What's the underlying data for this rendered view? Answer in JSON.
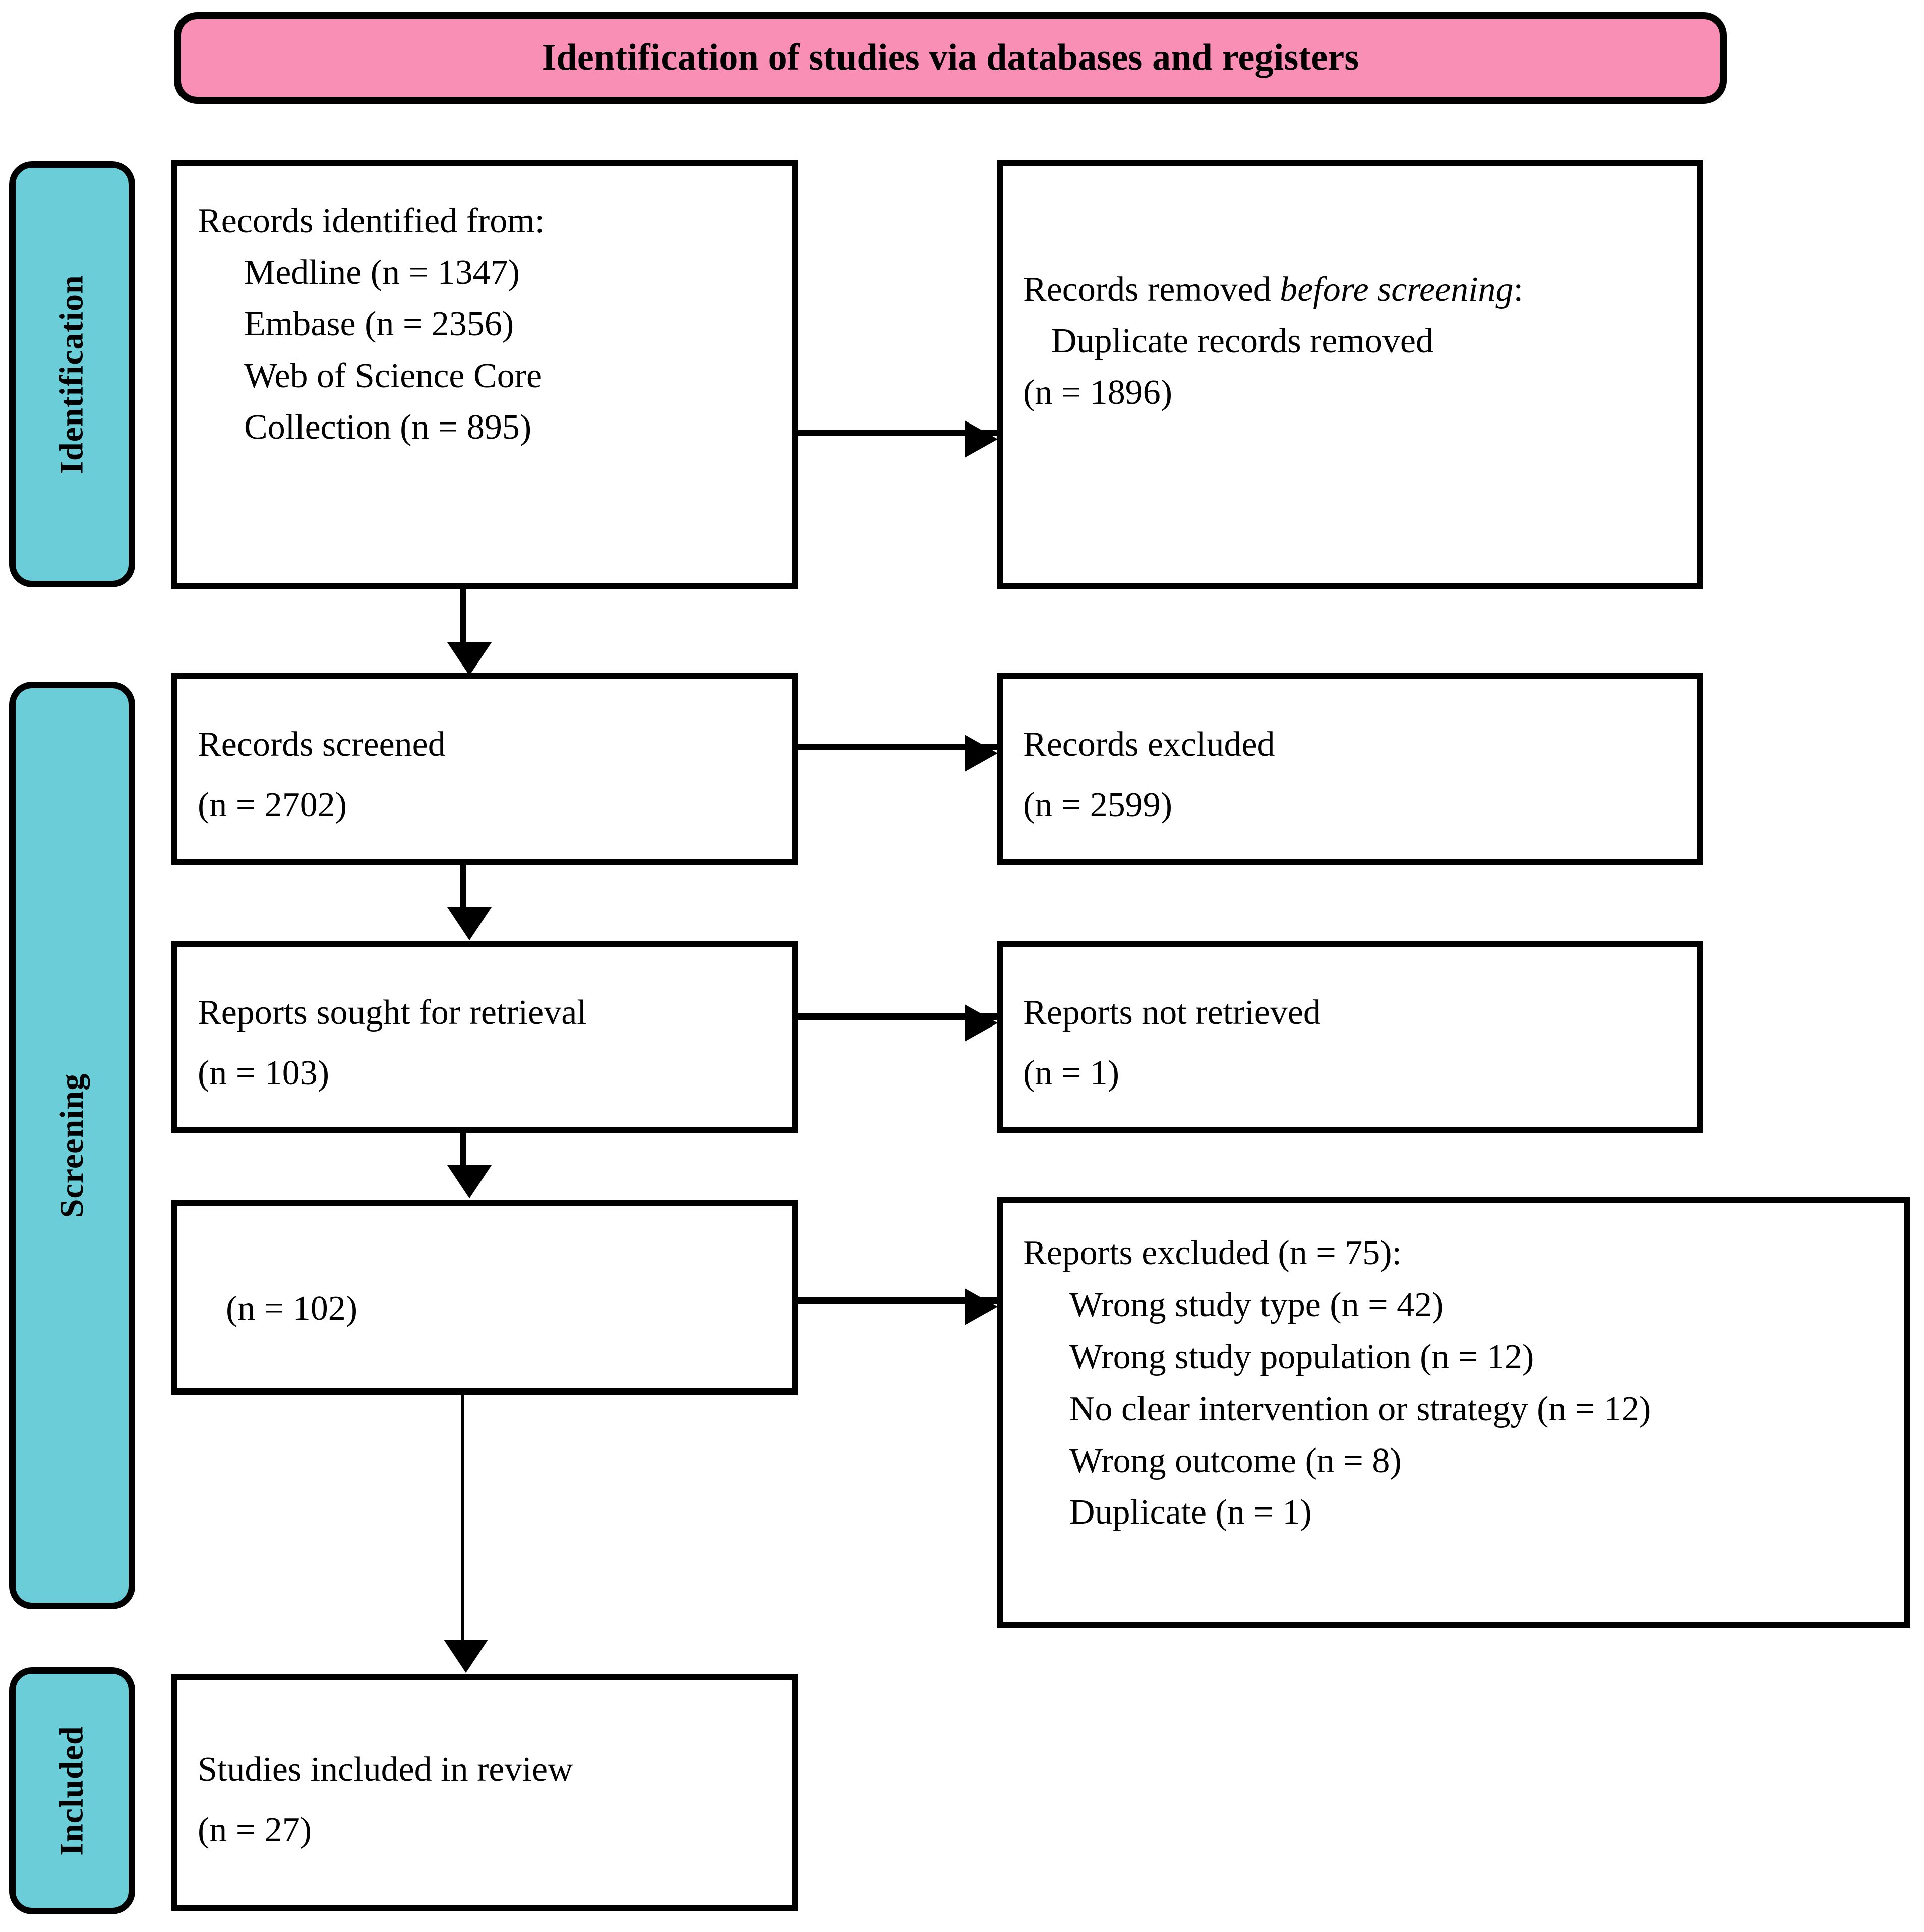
{
  "banner": {
    "title": "Identification of studies via databases and registers"
  },
  "accent_colors": {
    "banner_pink": "#FA8FB5",
    "stage_teal": "#6ACDD8",
    "outline_black": "#000000",
    "box_white": "#FFFFFF"
  },
  "stages": [
    {
      "id": "identification",
      "label": "Identification"
    },
    {
      "id": "screening",
      "label": "Screening"
    },
    {
      "id": "included",
      "label": "Included"
    }
  ],
  "boxes": {
    "records_identified": {
      "lines": [
        "Records identified from:",
        "Medline (n = 1347)",
        "Embase (n = 2356)",
        "Web of Science Core",
        "Collection (n = 895)"
      ]
    },
    "records_removed": {
      "line1_prefix": "Records removed ",
      "line1_italic": "before screening",
      "line1_suffix": ":",
      "lines": [
        "Duplicate records removed",
        "(n = 1896)"
      ]
    },
    "records_screened": {
      "title": "Records screened",
      "count": "(n = 2702)"
    },
    "records_excluded": {
      "title": "Records excluded",
      "count": "(n = 2599)"
    },
    "reports_sought": {
      "title": "Reports sought for retrieval",
      "count": "(n = 103)"
    },
    "reports_not_retrieved": {
      "title": "Reports not retrieved",
      "count": "(n = 1)"
    },
    "reports_assessed": {
      "count": "(n = 102)"
    },
    "reports_excluded": {
      "title": "Reports excluded (n = 75):",
      "reasons": [
        "Wrong study type (n = 42)",
        "Wrong study population (n = 12)",
        "No clear intervention or strategy (n = 12)",
        "Wrong outcome (n = 8)",
        "Duplicate (n = 1)"
      ]
    },
    "studies_included": {
      "title": "Studies included in review",
      "count": "(n = 27)"
    }
  },
  "chart_data": {
    "type": "diagram",
    "title": "Identification of studies via databases and registers",
    "nodes": [
      {
        "id": "records_identified",
        "stage": "Identification",
        "label": "Records identified from:",
        "values": {
          "Medline": 1347,
          "Embase": 2356,
          "Web of Science Core Collection": 895
        }
      },
      {
        "id": "records_removed",
        "stage": "Identification",
        "label": "Records removed before screening: Duplicate records removed",
        "value": 1896
      },
      {
        "id": "records_screened",
        "stage": "Screening",
        "label": "Records screened",
        "value": 2702
      },
      {
        "id": "records_excluded",
        "stage": "Screening",
        "label": "Records excluded",
        "value": 2599
      },
      {
        "id": "reports_sought",
        "stage": "Screening",
        "label": "Reports sought for retrieval",
        "value": 103
      },
      {
        "id": "reports_not_retrieved",
        "stage": "Screening",
        "label": "Reports not retrieved",
        "value": 1
      },
      {
        "id": "reports_assessed",
        "stage": "Screening",
        "label": "",
        "value": 102
      },
      {
        "id": "reports_excluded",
        "stage": "Screening",
        "label": "Reports excluded",
        "value": 75,
        "breakdown": {
          "Wrong study type": 42,
          "Wrong study population": 12,
          "No clear intervention or strategy": 12,
          "Wrong outcome": 8,
          "Duplicate": 1
        }
      },
      {
        "id": "studies_included",
        "stage": "Included",
        "label": "Studies included in review",
        "value": 27
      }
    ],
    "edges": [
      {
        "from": "records_identified",
        "to": "records_removed"
      },
      {
        "from": "records_identified",
        "to": "records_screened"
      },
      {
        "from": "records_screened",
        "to": "records_excluded"
      },
      {
        "from": "records_screened",
        "to": "reports_sought"
      },
      {
        "from": "reports_sought",
        "to": "reports_not_retrieved"
      },
      {
        "from": "reports_sought",
        "to": "reports_assessed"
      },
      {
        "from": "reports_assessed",
        "to": "reports_excluded"
      },
      {
        "from": "reports_assessed",
        "to": "studies_included"
      }
    ]
  }
}
